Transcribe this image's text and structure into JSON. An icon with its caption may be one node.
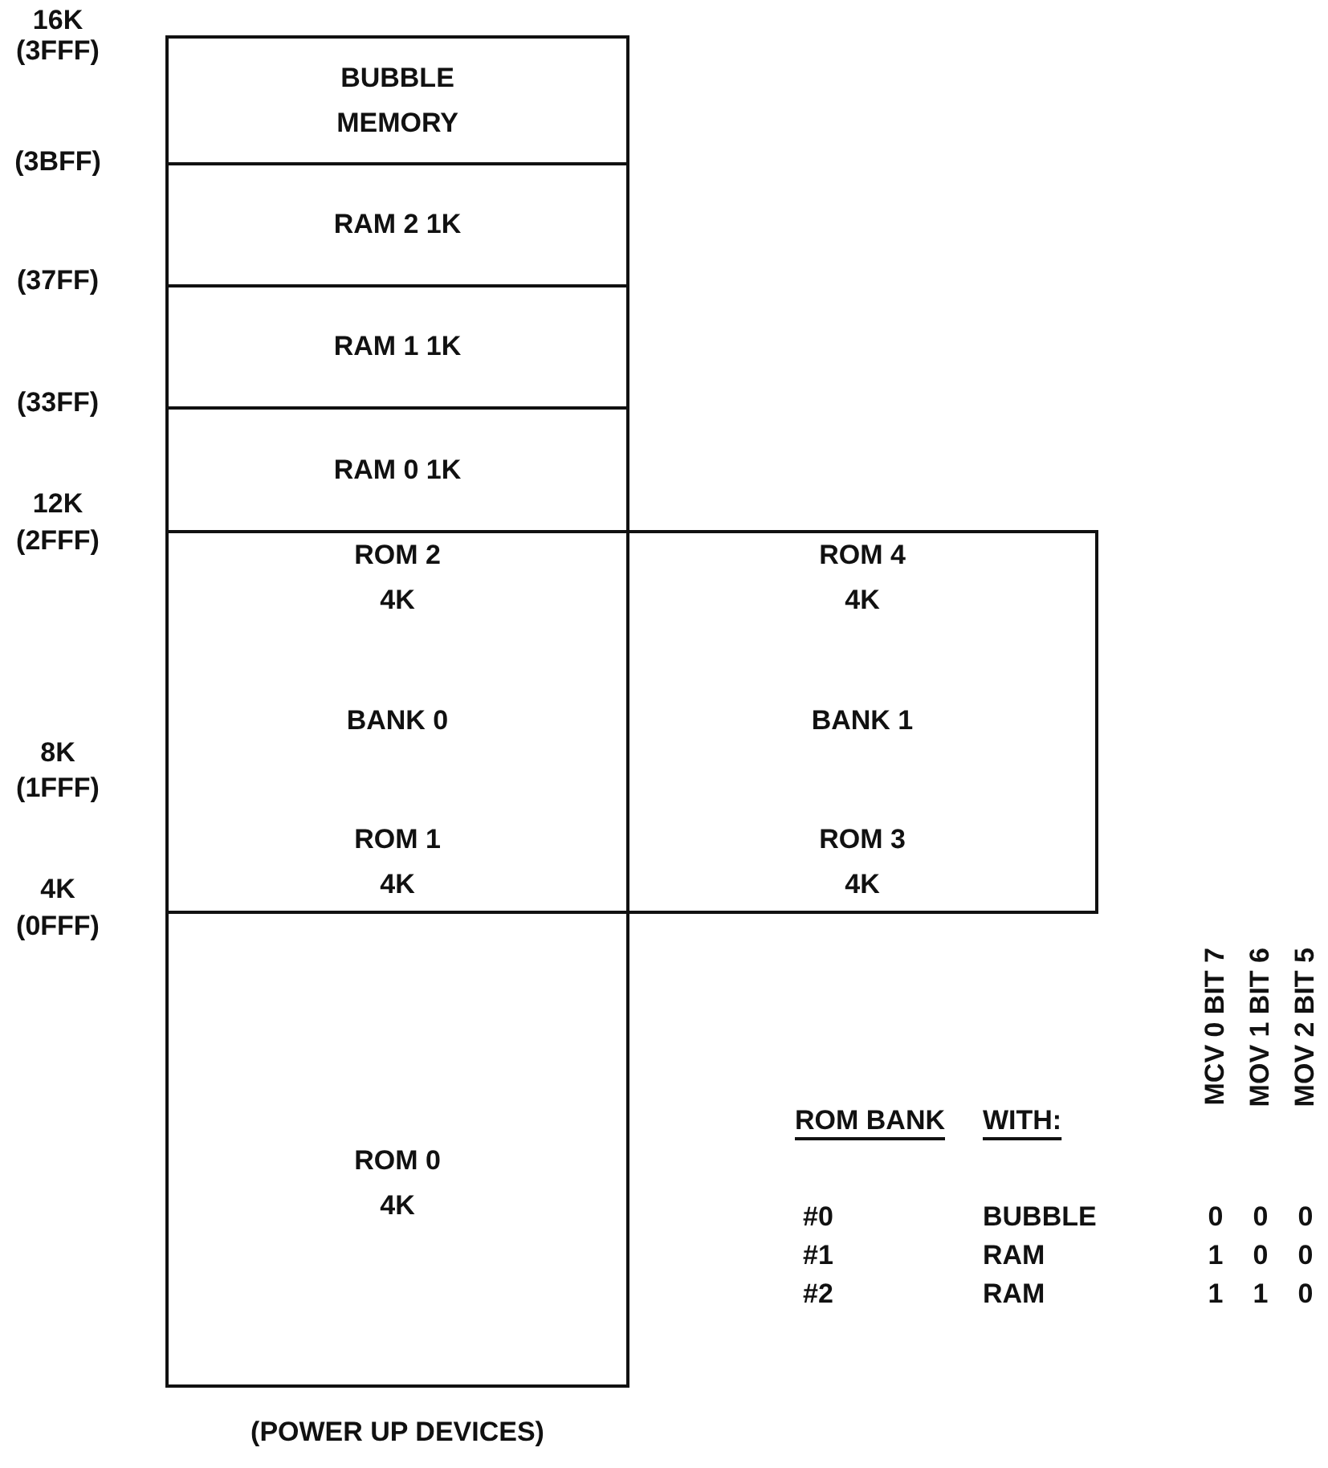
{
  "diagram": {
    "nodes": [
      {
        "text": [
          "BUBBLE MEMORY"
        ]
      },
      {
        "text": [
          "RAM 2 1K"
        ]
      },
      {
        "text": [
          "RAM 1 1K"
        ]
      },
      {
        "text": [
          "RAM 0 1K"
        ]
      },
      {
        "text": [
          "ROM 2 4K",
          "BANK 0",
          "ROM 1 4K"
        ]
      },
      {
        "text": [
          "ROM 4 4K",
          "BANK 1",
          "ROM 3 4K"
        ]
      },
      {
        "text": [
          "ROM 0 4K"
        ],
        "beside": [
          "(POWER UP DEVICES)"
        ]
      }
    ],
    "labels": [
      "16K",
      "(3FFF)",
      "(3BFF)",
      "(37FF)",
      "(33FF)",
      "12K",
      "(2FFF)",
      "8K",
      "(1FFF)",
      "4K",
      "(0FFF)",
      "ROM BANK",
      "WITH:",
      "MCV 0 BIT 7",
      "MOV 1 BIT 6",
      "MOV 2 BIT 5",
      "#0",
      "BUBBLE",
      "0",
      "0",
      "0",
      "#1",
      "RAM",
      "1",
      "0",
      "0",
      "#2",
      "RAM",
      "1",
      "1",
      "0"
    ]
  }
}
